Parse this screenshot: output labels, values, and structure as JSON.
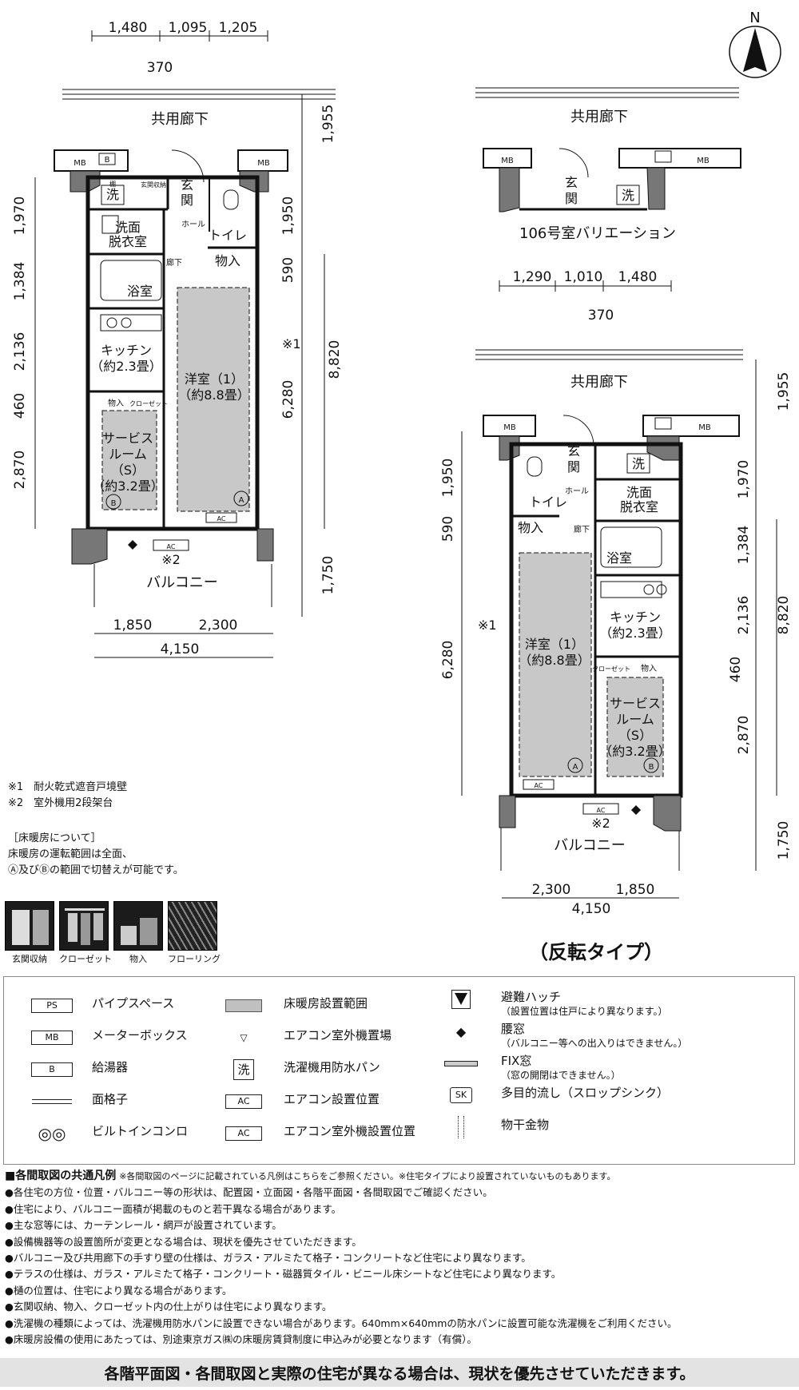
{
  "north": "N",
  "unit_a": {
    "top_dims": [
      "1,480",
      "1,095",
      "1,205"
    ],
    "top_dim2": "370",
    "corridor": "共用廊下",
    "right_dims": [
      "1,955",
      "1,950",
      "590",
      "8,820",
      "6,280",
      "1,750"
    ],
    "left_dims": [
      "1,970",
      "1,384",
      "2,136",
      "460",
      "2,870"
    ],
    "bottom_dims": [
      "1,850",
      "2,300"
    ],
    "bottom_total": "4,150",
    "rooms": {
      "mb": "MB",
      "b": "B",
      "sen": "洗",
      "tana": "棚",
      "genkan_shuno": "玄関収納",
      "genkan": "玄関",
      "hall": "ホール",
      "toilet": "トイレ",
      "senmen": "洗面",
      "datsui": "脱衣室",
      "roka": "廊下",
      "monoire": "物入",
      "yokushitsu": "浴室",
      "kitchen": "キッチン",
      "kitchen_size": "（約2.3畳）",
      "yoshitsu": "洋室（1）",
      "yoshitsu_size": "（約8.8畳）",
      "closet": "クローゼット",
      "service": "サービス",
      "service2": "ルーム",
      "service3": "（S）",
      "service_size": "（約3.2畳）",
      "mark_a": "A",
      "mark_b": "B",
      "ac": "AC",
      "note1": "※1",
      "note2": "※2",
      "balcony": "バルコニー"
    }
  },
  "variation": {
    "title": "106号室バリエーション",
    "corridor": "共用廊下"
  },
  "unit_b": {
    "top_dims": [
      "1,290",
      "1,010",
      "1,480"
    ],
    "top_dim2": "370",
    "corridor": "共用廊下",
    "left_dims": [
      "1,950",
      "590",
      "6,280"
    ],
    "right_dims": [
      "1,955",
      "1,970",
      "1,384",
      "2,136",
      "8,820",
      "460",
      "2,870",
      "1,750"
    ],
    "bottom_dims": [
      "2,300",
      "1,850"
    ],
    "bottom_total": "4,150",
    "caption": "（反転タイプ）"
  },
  "notes": [
    "※1　耐火乾式遮音戸境壁",
    "※2　室外機用2段架台"
  ],
  "floor_heating": {
    "title": "［床暖房について］",
    "lines": [
      "床暖房の運転範囲は全面、",
      "Ⓐ及びⒷの範囲で切替えが可能です。"
    ]
  },
  "icons": [
    {
      "name": "genkan-shuno",
      "label": "玄関収納"
    },
    {
      "name": "closet",
      "label": "クローゼット"
    },
    {
      "name": "monoire",
      "label": "物入"
    },
    {
      "name": "flooring",
      "label": "フローリング"
    }
  ],
  "legend": {
    "col1": [
      {
        "sym": "PS",
        "label": "パイプスペース"
      },
      {
        "sym": "MB",
        "label": "メーターボックス"
      },
      {
        "sym": "B",
        "label": "給湯器"
      },
      {
        "sym": "",
        "label": "面格子"
      },
      {
        "sym": "",
        "label": "ビルトインコンロ"
      }
    ],
    "col2": [
      {
        "sym": "",
        "label": "床暖房設置範囲"
      },
      {
        "sym": "▽",
        "label": "エアコン室外機置場"
      },
      {
        "sym": "洗",
        "label": "洗濯機用防水パン"
      },
      {
        "sym": "AC",
        "label": "エアコン設置位置"
      },
      {
        "sym": "AC",
        "label": "エアコン室外機設置位置"
      }
    ],
    "col3": [
      {
        "sym": "",
        "label": "避難ハッチ",
        "sub": "（設置位置は住戸により異なります。）"
      },
      {
        "sym": "◆",
        "label": "腰窓",
        "sub": "（バルコニー等への出入りはできません。）"
      },
      {
        "sym": "",
        "label": "FIX窓",
        "sub": "（窓の開閉はできません。）"
      },
      {
        "sym": "SK",
        "label": "多目的流し（スロップシンク）",
        "sub": ""
      },
      {
        "sym": "",
        "label": "物干金物",
        "sub": ""
      }
    ]
  },
  "common": {
    "title": "■各間取図の共通凡例",
    "title_note": "※各間取図のページに記載されている凡例はこちらをご参照ください。※住宅タイプにより設置されていないものもあります。",
    "items": [
      "●各住宅の方位・位置・バルコニー等の形状は、配置図・立面図・各階平面図・各間取図でご確認ください。",
      "●住宅により、バルコニー面積が掲載のものと若干異なる場合があります。",
      "●主な窓等には、カーテンレール・網戸が設置されています。",
      "●設備機器等の設置箇所が変更となる場合は、現状を優先させていただきます。",
      "●バルコニー及び共用廊下の手すり壁の仕様は、ガラス・アルミたて格子・コンクリートなど住宅により異なります。",
      "●テラスの仕様は、ガラス・アルミたて格子・コンクリート・磁器質タイル・ビニール床シートなど住宅により異なります。",
      "●樋の位置は、住宅により異なる場合があります。",
      "●玄関収納、物入、クローゼット内の仕上がりは住宅により異なります。",
      "●洗濯機の種類によっては、洗濯機用防水パンに設置できない場合があります。640mm×640mmの防水パンに設置可能な洗濯機をご利用ください。",
      "●床暖房設備の使用にあたっては、別途東京ガス㈱の床暖房賃貸制度に申込みが必要となります（有償）。"
    ]
  },
  "footer": "各階平面図・各間取図と実際の住宅が異なる場合は、現状を優先させていただきます。"
}
